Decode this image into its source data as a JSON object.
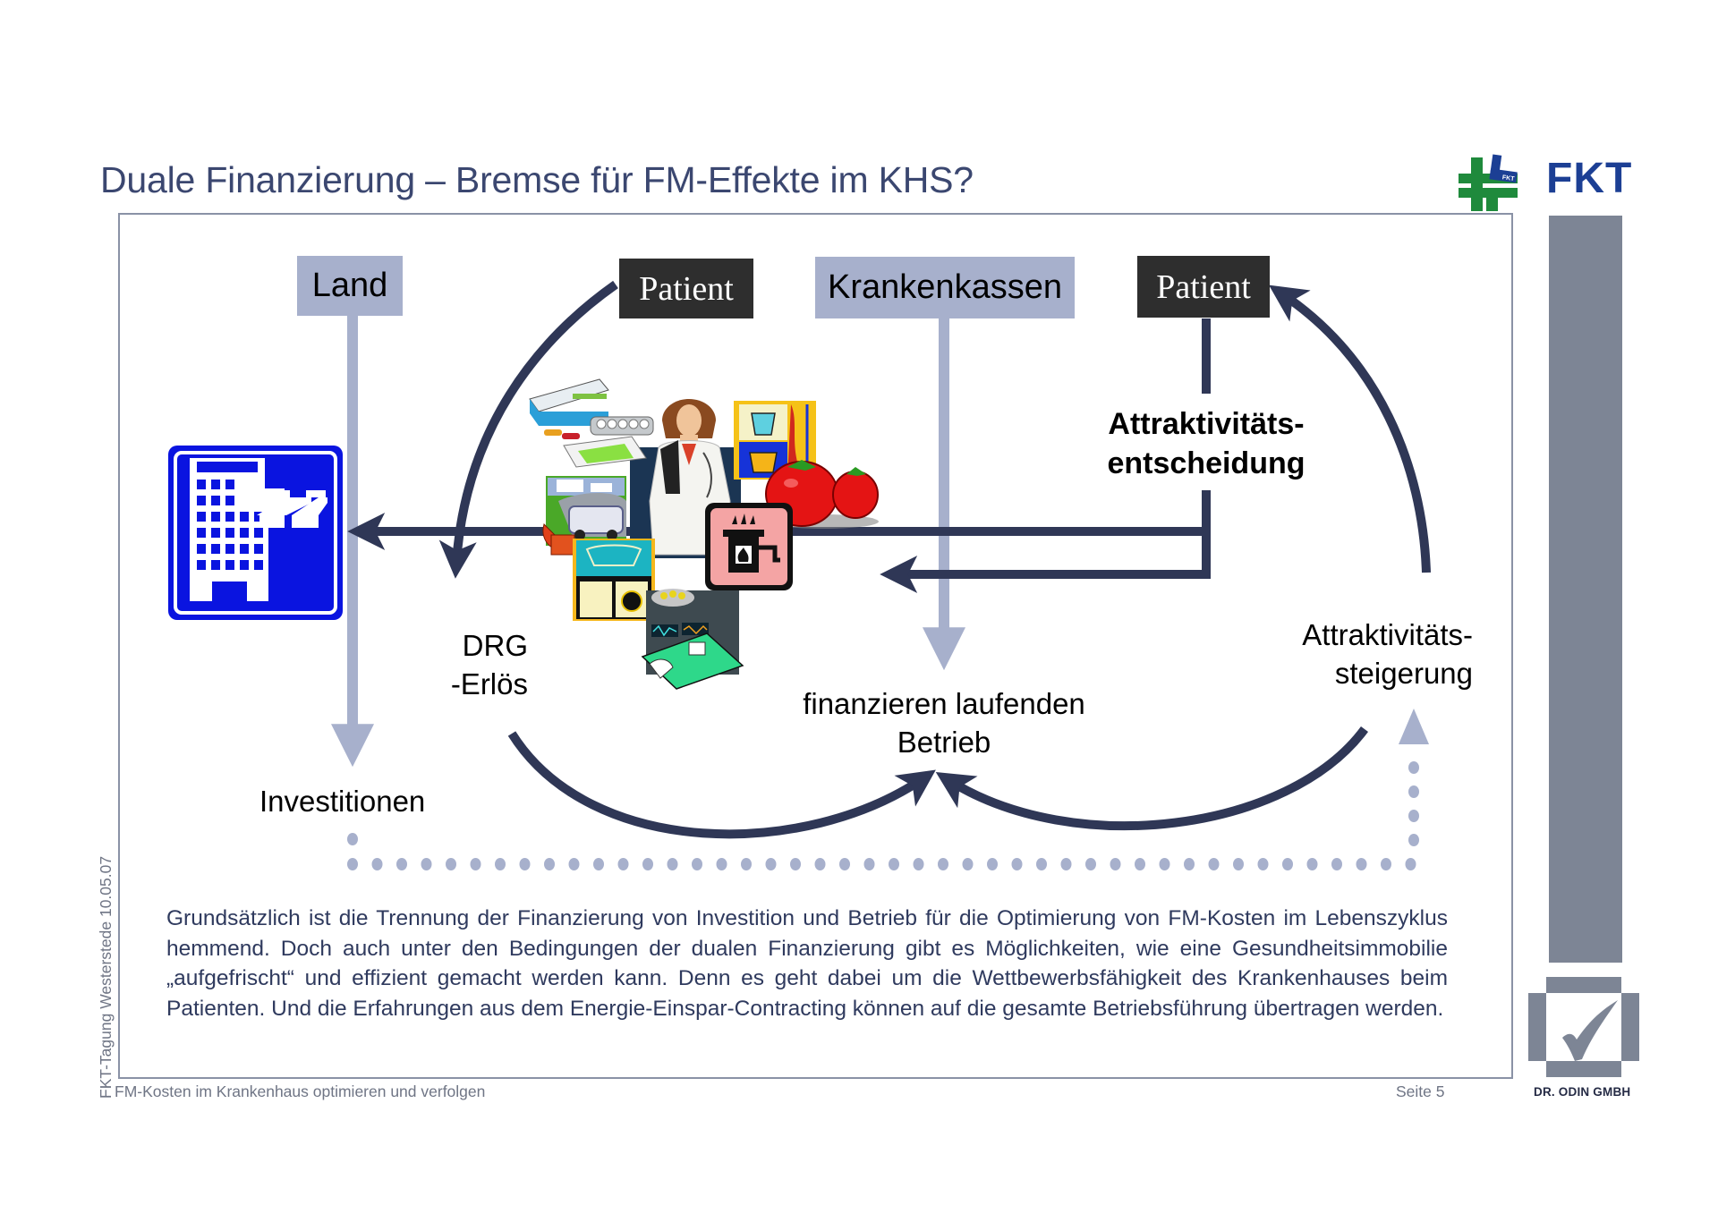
{
  "slide": {
    "title": "Duale Finanzierung – Bremse für FM-Effekte im KHS?",
    "page": "Seite 5",
    "footer_title": "FM-Kosten im Krankenhaus optimieren und verfolgen",
    "side_caption": "FKT-Tagung Westerstede 10.05.07"
  },
  "logos": {
    "fkt": {
      "text": "FKT",
      "mini_text": "FKT",
      "colors": {
        "cross": "#1f8a3c",
        "text": "#1c3f94"
      }
    },
    "odin": {
      "text": "DR.  ODIN GMBH",
      "color": "#7d8595"
    }
  },
  "diagram": {
    "nodes": {
      "land": "Land",
      "patient_left": "Patient",
      "krankenkassen": "Krankenkassen",
      "patient_right": "Patient"
    },
    "labels": {
      "attraktivitaet_entscheidung": [
        "Attraktivitäts-",
        "entscheidung"
      ],
      "drg": [
        "DRG",
        "-Erlös"
      ],
      "finanzieren": [
        "finanzieren laufenden",
        "Betrieb"
      ],
      "attraktivitaet_steigerung": [
        "Attraktivitäts-",
        "steigerung"
      ],
      "investitionen": "Investitionen"
    },
    "icons": {
      "hospital": "hospital-building-icon",
      "services": "hospital-services-clipart"
    },
    "colors": {
      "light_box": "#a7b0cc",
      "dark_box": "#2e2e2e",
      "arrow_dark": "#2f3756",
      "arrow_light": "#a7b0cc",
      "hospital_blue": "#0a14e0"
    }
  },
  "body_text": "Grundsätzlich ist die Trennung der Finanzierung von Investition und Betrieb für die Optimierung von FM-Kosten im Lebenszyklus hemmend.  Doch auch unter den Bedingungen der dualen Finanzierung gibt es Möglichkeiten, wie eine Gesundheitsimmobilie „aufgefrischt“ und effizient gemacht werden kann. Denn es geht dabei um die Wettbewerbsfähigkeit des Krankenhauses beim Patienten. Und die Erfahrungen aus dem Energie-Einspar-Contracting können auf die gesamte Betriebsführung übertragen werden."
}
